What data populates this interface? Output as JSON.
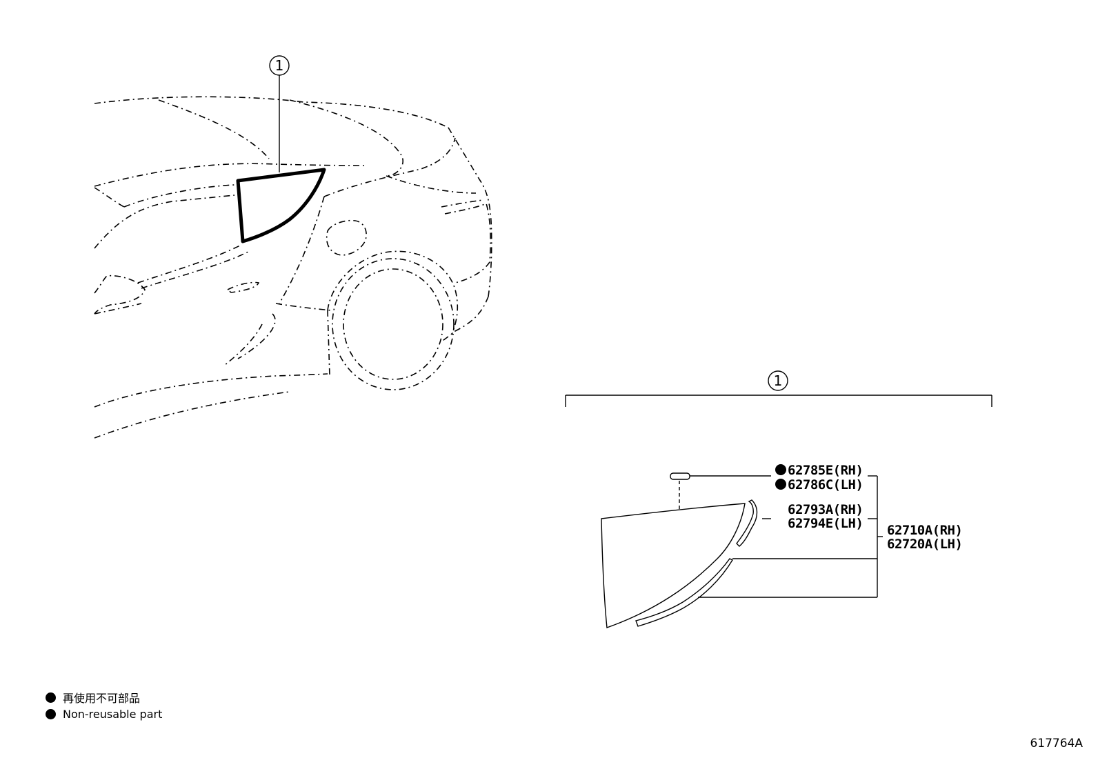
{
  "callouts": {
    "car_callout": "1",
    "assembly_callout": "1"
  },
  "parts": [
    {
      "id": "p1",
      "label": "62785E(RH)",
      "nonreusable": true
    },
    {
      "id": "p2",
      "label": "62786C(LH)",
      "nonreusable": true
    },
    {
      "id": "p3",
      "label": "62793A(RH)",
      "nonreusable": false
    },
    {
      "id": "p4",
      "label": "62794E(LH)",
      "nonreusable": false
    },
    {
      "id": "p5",
      "label": "62710A(RH)",
      "nonreusable": false
    },
    {
      "id": "p6",
      "label": "62720A(LH)",
      "nonreusable": false
    }
  ],
  "legend": {
    "japanese": "再使用不可部品",
    "english": "Non-reusable part"
  },
  "figure_id": "617764A",
  "colors": {
    "line": "#000000",
    "background": "#ffffff"
  }
}
